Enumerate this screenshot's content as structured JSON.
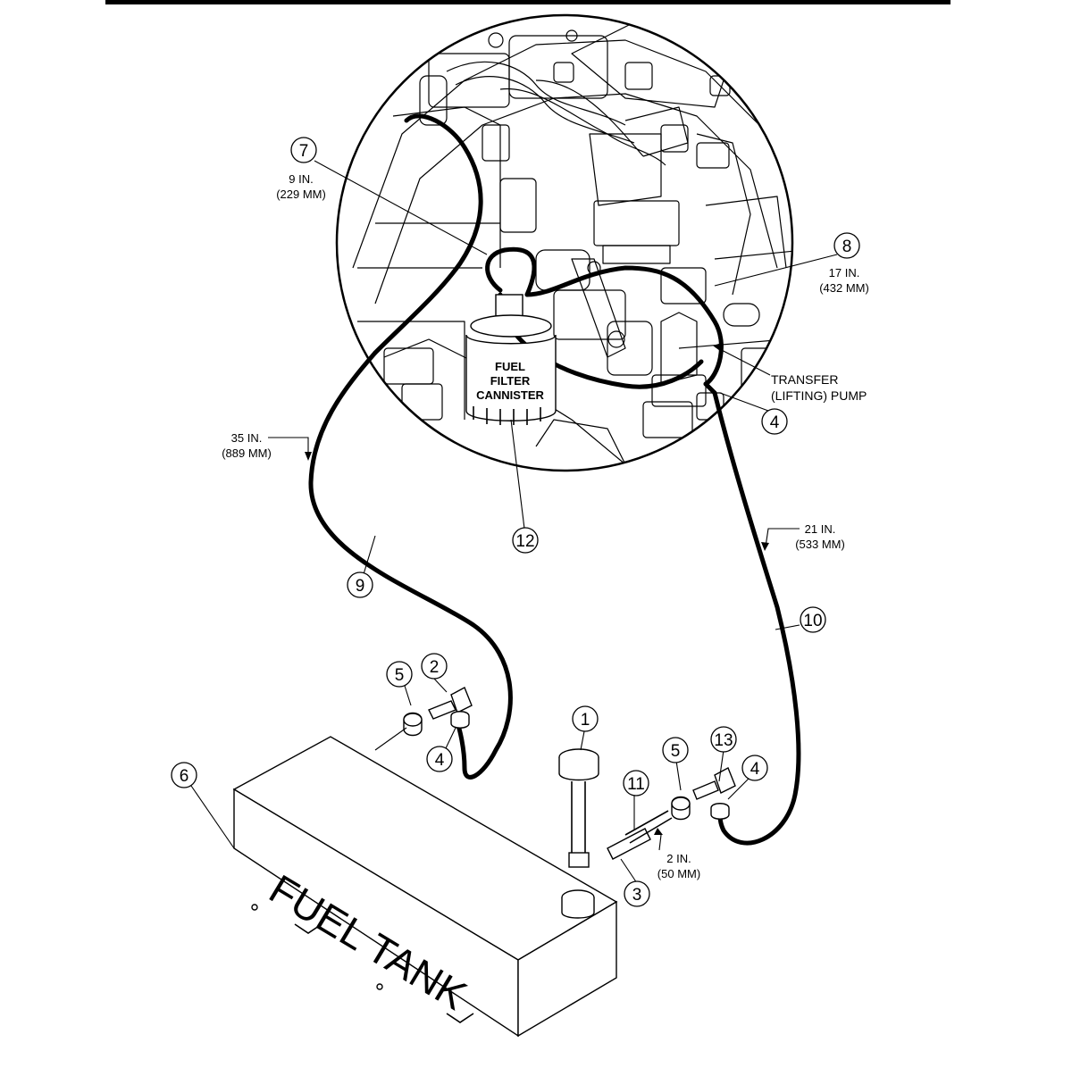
{
  "callouts": {
    "c1": "1",
    "c2": "2",
    "c3": "3",
    "c4a": "4",
    "c4b": "4",
    "c4c": "4",
    "c5a": "5",
    "c5b": "5",
    "c6": "6",
    "c7": "7",
    "c8": "8",
    "c9": "9",
    "c10": "10",
    "c11": "11",
    "c12": "12",
    "c13": "13"
  },
  "dimensions": {
    "d7_in": "9 IN.",
    "d7_mm": "(229 MM)",
    "d8_in": "17 IN.",
    "d8_mm": "(432 MM)",
    "d9_in": "35 IN.",
    "d9_mm": "(889 MM)",
    "d10_in": "21 IN.",
    "d10_mm": "(533 MM)",
    "d11_in": "2 IN.",
    "d11_mm": "(50 MM)"
  },
  "labels": {
    "transfer_line1": "TRANSFER",
    "transfer_line2": "(LIFTING) PUMP",
    "canister_line1": "FUEL",
    "canister_line2": "FILTER",
    "canister_line3": "CANNISTER",
    "tank": "FUEL TANK"
  }
}
